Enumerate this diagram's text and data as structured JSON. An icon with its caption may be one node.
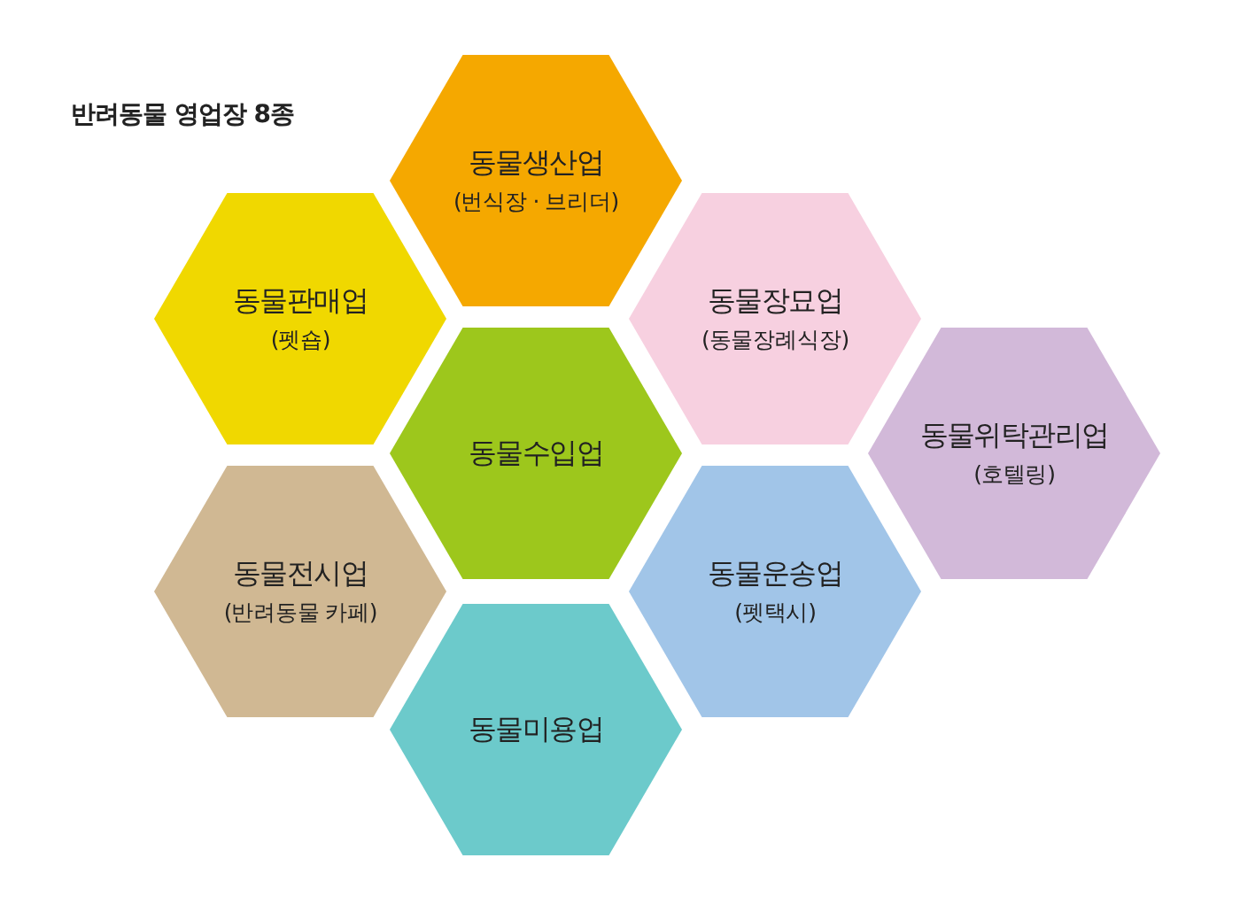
{
  "diagram": {
    "title": "반려동물 영업장 8종",
    "nodes": [
      {
        "text": [
          "동물생산업",
          "(번식장 · 브리더)"
        ]
      },
      {
        "text": [
          "동물판매업",
          "(펫숍)"
        ]
      },
      {
        "text": [
          "동물장묘업",
          "(동물장례식장)"
        ]
      },
      {
        "text": [
          "동물수입업"
        ]
      },
      {
        "text": [
          "동물위탁관리업",
          "(호텔링)"
        ]
      },
      {
        "text": [
          "동물전시업",
          "(반려동물 카페)"
        ]
      },
      {
        "text": [
          "동물운송업",
          "(펫택시)"
        ]
      },
      {
        "text": [
          "동물미용업"
        ]
      }
    ]
  }
}
